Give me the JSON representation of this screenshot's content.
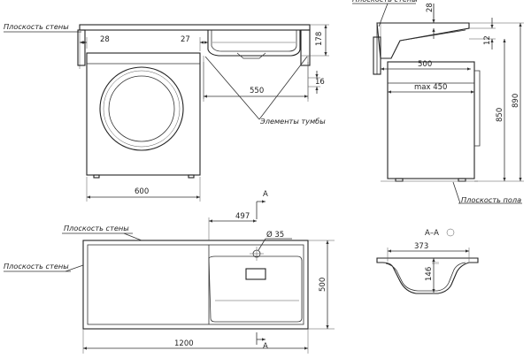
{
  "labels": {
    "wall_plane": "Плоскость стены",
    "floor_plane": "Плоскость пола",
    "cabinet_elements": "Элементы тумбы",
    "section_mark": "А",
    "section_title": "А–А"
  },
  "dimensions": {
    "front": {
      "left_overhang": "28",
      "right_overhang": "27",
      "bowl_depth": "178",
      "bowl_width": "550",
      "rim": "16",
      "machine_width": "600"
    },
    "side": {
      "top": "28",
      "step": "12",
      "depth": "500",
      "max_depth": "max 450",
      "height_total": "890",
      "height_machine": "850"
    },
    "plan": {
      "drain_offset": "497",
      "drain_diameter": "Ø 35",
      "width": "500",
      "length": "1200"
    },
    "section": {
      "width": "373",
      "depth": "146"
    }
  }
}
